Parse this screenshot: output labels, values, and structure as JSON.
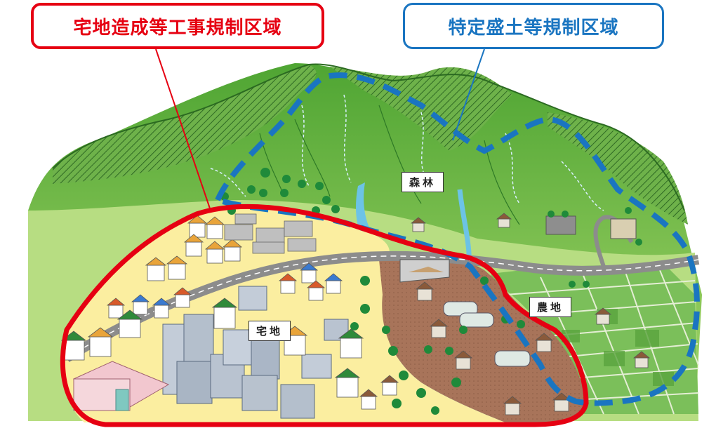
{
  "callouts": {
    "red": "宅地造成等工事規制区域",
    "blue": "特定盛土等規制区域"
  },
  "areas": {
    "forest": "森林",
    "farmland": "農地",
    "residential": "宅地"
  },
  "colors": {
    "red_zone": "#e60012",
    "blue_zone": "#1a75c1",
    "mountain_green": "#5fb53a",
    "hatch_green": "#2f7d2a",
    "residential_yellow": "#fbeea0",
    "farmland_brown": "#a8745a",
    "river": "#6cc3e6",
    "road": "#8c8c8c"
  }
}
